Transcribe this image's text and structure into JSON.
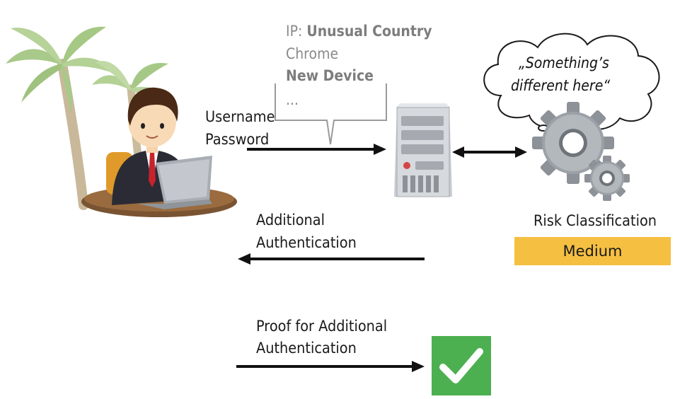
{
  "request": {
    "credentials_line1": "Username",
    "credentials_line2": "Password"
  },
  "context": {
    "ip_prefix": "IP: ",
    "ip_value": "Unusual Country",
    "browser": "Chrome",
    "device": "New Device",
    "more": "..."
  },
  "risk_engine": {
    "thought_line1": "„Something’s",
    "thought_line2": "different here“",
    "classification_label": "Risk Classification",
    "classification_value": "Medium",
    "classification_color": "#f5bf42"
  },
  "challenge": {
    "line1": "Additional",
    "line2": "Authentication"
  },
  "proof": {
    "line1": "Proof for Additional",
    "line2": "Authentication",
    "status_color": "#4caf50"
  },
  "icons": [
    "user-icon",
    "palm-tree-icon",
    "laptop-icon",
    "server-icon",
    "gears-icon",
    "thought-cloud-icon",
    "checkmark-icon"
  ]
}
